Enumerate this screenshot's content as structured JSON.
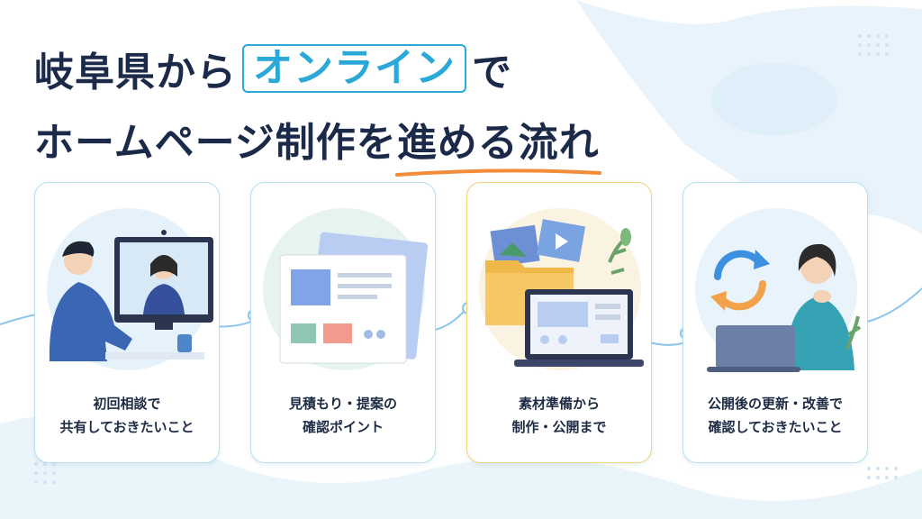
{
  "title": {
    "line1_pre": "岐阜県から",
    "line1_box": "オンライン",
    "line1_post": "で",
    "line2_pre": "ホームページ制作を",
    "line2_underlined": "進める流れ"
  },
  "steps": [
    {
      "line1": "初回相談で",
      "line2": "共有しておきたいこと"
    },
    {
      "line1": "見積もり・提案の",
      "line2": "確認ポイント"
    },
    {
      "line1": "素材準備から",
      "line2": "制作・公開まで"
    },
    {
      "line1": "公開後の更新・改善で",
      "line2": "確認しておきたいこと"
    }
  ],
  "colors": {
    "title_text": "#1c2a4a",
    "accent_blue": "#2aa8d8",
    "underline_orange": "#f28c38",
    "card_border": "#b9def0",
    "card_highlight_border": "#f2d37a"
  }
}
